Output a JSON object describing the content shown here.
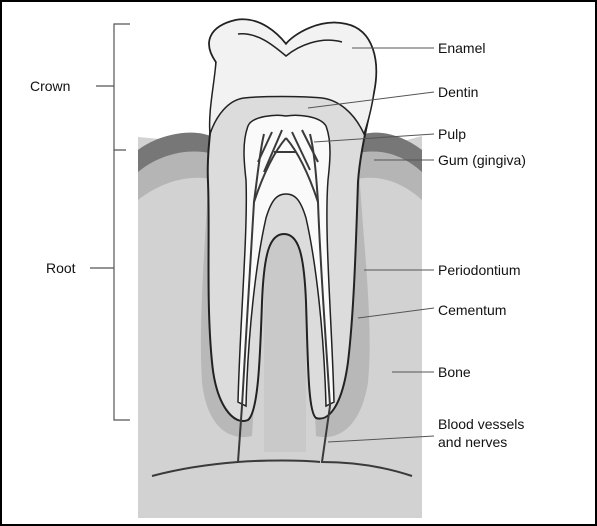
{
  "labels": {
    "crown": "Crown",
    "root": "Root",
    "enamel": "Enamel",
    "dentin": "Dentin",
    "pulp": "Pulp",
    "gum": "Gum (gingiva)",
    "periodontium": "Periodontium",
    "cementum": "Cementum",
    "bone": "Bone",
    "vessels_line1": "Blood vessels",
    "vessels_line2": "and nerves"
  },
  "colors": {
    "bone": "#d2d2d2",
    "gum_outer": "#777777",
    "gum_inner": "#b5b5b5",
    "periodontium": "#b8b8b8",
    "dentin": "#dcdcdc",
    "enamel": "#f2f2f2",
    "pulp": "#fafafa",
    "outline": "#222222",
    "vessels": "#3a3a3a",
    "leader": "#555555"
  }
}
